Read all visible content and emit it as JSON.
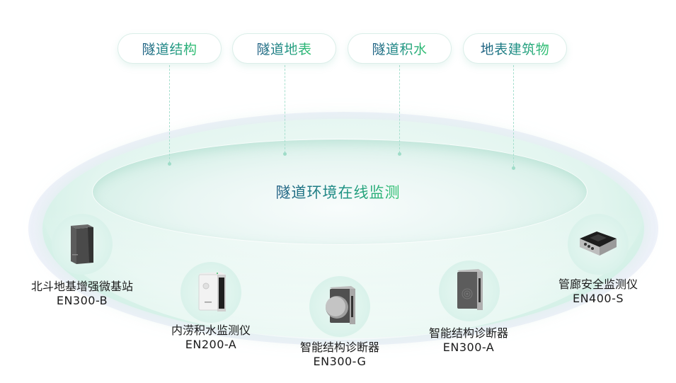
{
  "title": "隧道环境在线监测",
  "categories": [
    {
      "label": "隧道结构"
    },
    {
      "label": "隧道地表"
    },
    {
      "label": "隧道积水"
    },
    {
      "label": "地表建筑物"
    }
  ],
  "devices": [
    {
      "name": "北斗地基增强微基站",
      "model": "EN300-B",
      "icon": "base-station-icon"
    },
    {
      "name": "内涝积水监测仪",
      "model": "EN200-A",
      "icon": "waterlogging-monitor-icon"
    },
    {
      "name": "智能结构诊断器",
      "model": "EN300-G",
      "icon": "structure-diagnoser-g-icon"
    },
    {
      "name": "智能结构诊断器",
      "model": "EN300-A",
      "icon": "structure-diagnoser-a-icon"
    },
    {
      "name": "管廊安全监测仪",
      "model": "EN400-S",
      "icon": "pipe-gallery-monitor-icon"
    }
  ],
  "colors": {
    "gradient_start": "#1e5d82",
    "gradient_mid": "#1f8f86",
    "gradient_end": "#2fc36f",
    "ring": "#c9ede1",
    "connector": "#a8e0cf"
  }
}
